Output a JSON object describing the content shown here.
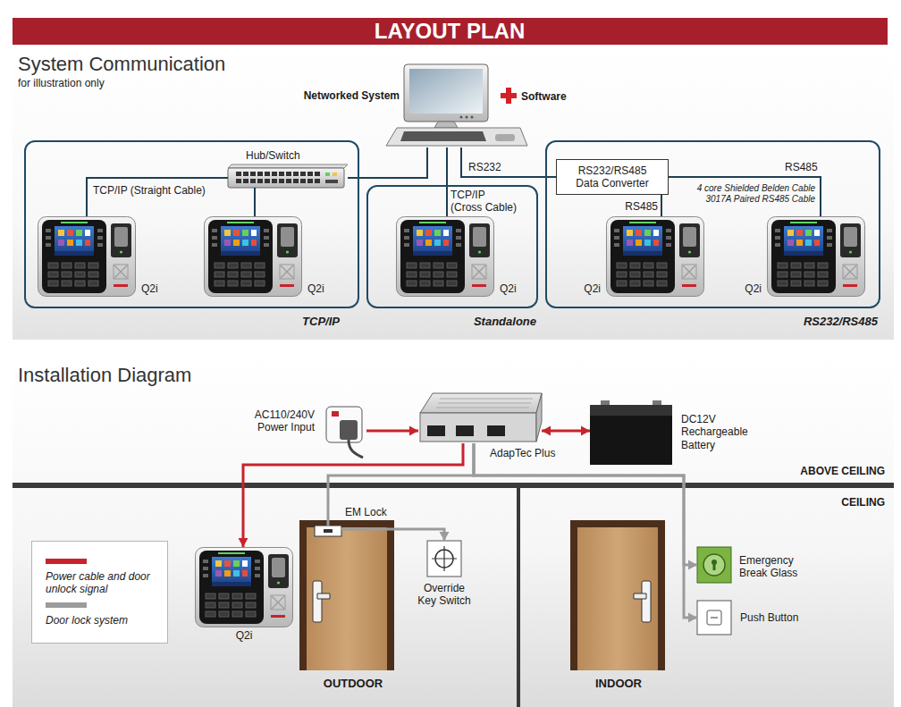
{
  "diagram": {
    "title": "LAYOUT PLAN",
    "nodes": [
      {
        "text": [
          "Networked System",
          "Software"
        ]
      },
      {
        "text": [
          "TCP/IP"
        ]
      },
      {
        "text": [
          "Hub/Switch"
        ],
        "in": 1
      },
      {
        "text": [
          "Q2i"
        ],
        "in": 1
      },
      {
        "text": [
          "Q2i"
        ],
        "in": 1
      },
      {
        "text": [
          "Standalone"
        ]
      },
      {
        "text": [
          "Q2i"
        ],
        "in": 5
      },
      {
        "text": [
          "RS232/RS485"
        ]
      },
      {
        "text": [
          "RS232/RS485 Data Converter"
        ],
        "in": 7
      },
      {
        "text": [
          "Q2i"
        ],
        "in": 7
      },
      {
        "text": [
          "Q2i"
        ],
        "in": 7
      },
      {
        "text": [
          "AC110/240V Power Input"
        ]
      },
      {
        "text": [
          "AdapTec Plus"
        ]
      },
      {
        "text": [
          "DC12V Rechargeable Battery"
        ]
      },
      {
        "text": [
          "Q2i"
        ]
      },
      {
        "text": [
          "EM Lock"
        ]
      },
      {
        "text": [
          "Override Key Switch"
        ]
      },
      {
        "text": [
          "Emergency Break Glass"
        ]
      },
      {
        "text": [
          "Push Button"
        ]
      }
    ],
    "edges": [
      {
        "from": 0,
        "to": 2,
        "arrow": "none"
      },
      {
        "from": 2,
        "to": 3,
        "label": "TCP/IP (Straight Cable)",
        "arrow": "none"
      },
      {
        "from": 2,
        "to": 4,
        "arrow": "none"
      },
      {
        "from": 0,
        "to": 6,
        "label": "TCP/IP (Cross Cable)",
        "arrow": "none"
      },
      {
        "from": 0,
        "to": 8,
        "label": "RS232",
        "arrow": "none"
      },
      {
        "from": 8,
        "to": 9,
        "label": "RS485",
        "arrow": "none"
      },
      {
        "from": 8,
        "to": 10,
        "label": "RS485",
        "arrow": "none"
      },
      {
        "from": 11,
        "to": 12,
        "arrow": "to"
      },
      {
        "from": 12,
        "to": 13,
        "arrow": "both"
      },
      {
        "from": 12,
        "to": 14,
        "arrow": "to"
      },
      {
        "from": 12,
        "to": 15,
        "arrow": "none"
      },
      {
        "from": 15,
        "to": 16,
        "arrow": "to"
      },
      {
        "from": 12,
        "to": 17,
        "arrow": "to"
      },
      {
        "from": 12,
        "to": 18,
        "arrow": "to"
      }
    ],
    "labels": [
      "System Communication",
      "for illustration only",
      "4 core Shielded Belden Cable 3017A Paired RS485 Cable",
      "Installation Diagram",
      "ABOVE CEILING",
      "CEILING",
      "OUTDOOR",
      "INDOOR"
    ],
    "legend": [
      {
        "text": "Power cable and door unlock signal",
        "color": "#c8232c"
      },
      {
        "text": "Door lock system",
        "color": "#9b9b9b"
      }
    ]
  }
}
